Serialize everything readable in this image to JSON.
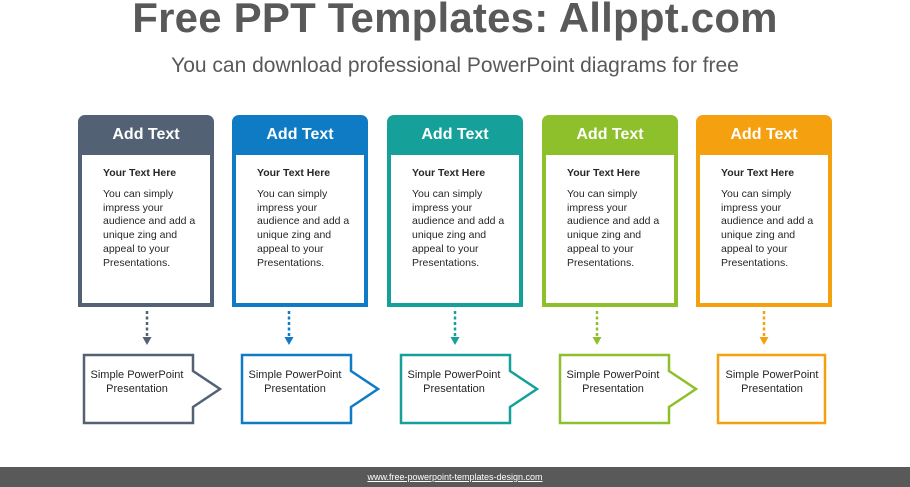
{
  "title": "Free PPT Templates: Allppt.com",
  "subtitle": "You can download professional PowerPoint diagrams for free",
  "steps": [
    {
      "color": "#526173",
      "header": "Add Text",
      "heading": "Your Text  Here",
      "text": "You can simply impress your audience and add a unique zing and appeal to your Presentations.",
      "box_label": "Simple PowerPoint Presentation"
    },
    {
      "color": "#0E7BC4",
      "header": "Add Text",
      "heading": "Your Text  Here",
      "text": "You can simply impress your audience and add a unique zing and appeal to your Presentations.",
      "box_label": "Simple PowerPoint Presentation"
    },
    {
      "color": "#16A09A",
      "header": "Add Text",
      "heading": "Your Text  Here",
      "text": "You can simply impress your audience and add a unique zing and appeal to your Presentations.",
      "box_label": "Simple PowerPoint Presentation"
    },
    {
      "color": "#8DC02A",
      "header": "Add Text",
      "heading": "Your Text  Here",
      "text": "You can simply impress your audience and add a unique zing and appeal to your Presentations.",
      "box_label": "Simple PowerPoint Presentation"
    },
    {
      "color": "#F5A00F",
      "header": "Add Text",
      "heading": "Your Text  Here",
      "text": "You can simply impress your audience and add a unique zing and appeal to your Presentations.",
      "box_label": "Simple PowerPoint Presentation"
    }
  ],
  "footer": {
    "url": "www.free-powerpoint-templates-design.com"
  }
}
